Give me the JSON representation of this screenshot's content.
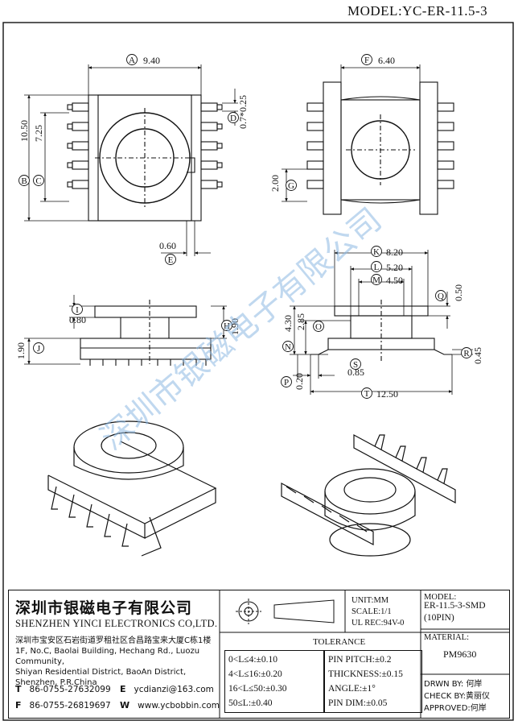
{
  "header": {
    "model": "MODEL:YC-ER-11.5-3"
  },
  "watermark": "深圳市银磁电子有限公司",
  "dimensions": {
    "A": "9.40",
    "B": "10.50",
    "C": "7.25",
    "D": "0.7*0.25",
    "E": "0.60",
    "F": "6.40",
    "G": "2.00",
    "H": "1.90",
    "I": "0.80",
    "J": "1.90",
    "K": "8.20",
    "L": "5.20",
    "M": "4.50",
    "N": "4.30",
    "O": "2.85",
    "P": "0.20",
    "Q": "0.50",
    "R": "0.45",
    "S": "0.85",
    "T": "12.50"
  },
  "titleblock": {
    "company_cn": "深圳市银磁电子有限公司",
    "company_en": "SHENZHEN YINCI ELECTRONICS CO,LTD.",
    "address_lines": [
      "深圳市宝安区石岩街道罗租社区合昌路宝来大厦C栋1楼",
      "1F, No.C, Baolai Building, Hechang Rd., Luozu Community,",
      "Shiyan Residential District, BaoAn District,",
      "Shenzhen, P.R.China"
    ],
    "tel_label": "T",
    "tel": "86-0755-27632099",
    "fax_label": "F",
    "fax": "86-0755-26819697",
    "email_label": "E",
    "email": "ycdianzi@163.com",
    "web_label": "W",
    "web": "www.ycbobbin.com",
    "unit": "UNIT:MM",
    "scale": "SCALE:1/1",
    "ul": "UL REC:94V-0",
    "model_label": "MODEL:",
    "model_value": "ER-11.5-3-SMD",
    "pins": "(10PIN)",
    "tolerance_title": "TOLERANCE",
    "tolerances": [
      "0<L≤4:±0.10",
      "4<L≤16:±0.20",
      "16<L≤50:±0.30",
      "50≤L:±0.40"
    ],
    "specs": [
      "PIN PITCH:±0.2",
      "THICKNESS:±0.15",
      "ANGLE:±1°",
      "PIN DIM:±0.05"
    ],
    "material_label": "MATERIAL:",
    "material": "PM9630",
    "drawn": "DRWN BY: 何岸",
    "check": "CHECK BY:黄丽仪",
    "approved": "APPROVED:何岸"
  }
}
